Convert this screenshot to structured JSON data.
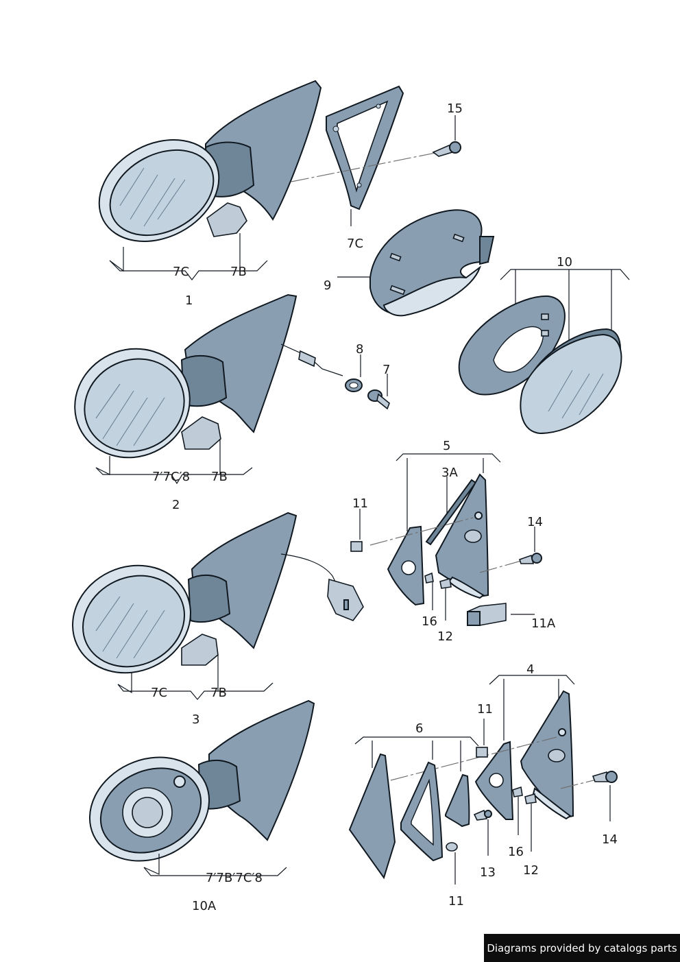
{
  "labels": {
    "p1": "1",
    "p1_7c": "7C",
    "p1_7b": "7B",
    "p2": "2",
    "p2_sub": "7′7C′8",
    "p2_7b": "7B",
    "p3": "3",
    "p3_7c": "7C",
    "p3_7b": "7B",
    "p10a": "10A",
    "p10a_sub": "7′7B′7C′8",
    "p15": "15",
    "p7c": "7C",
    "p9": "9",
    "p10": "10",
    "p8": "8",
    "p7": "7",
    "p5": "5",
    "p3a": "3A",
    "p11a": "11",
    "p14a": "14",
    "p16a": "16",
    "p12a": "12",
    "p11A": "11A",
    "p4": "4",
    "p6": "6",
    "p11b": "11",
    "p14b": "14",
    "p16b": "16",
    "p12b": "12",
    "p13": "13",
    "p11c": "11"
  },
  "footer": "Diagrams provided by catalogs parts"
}
